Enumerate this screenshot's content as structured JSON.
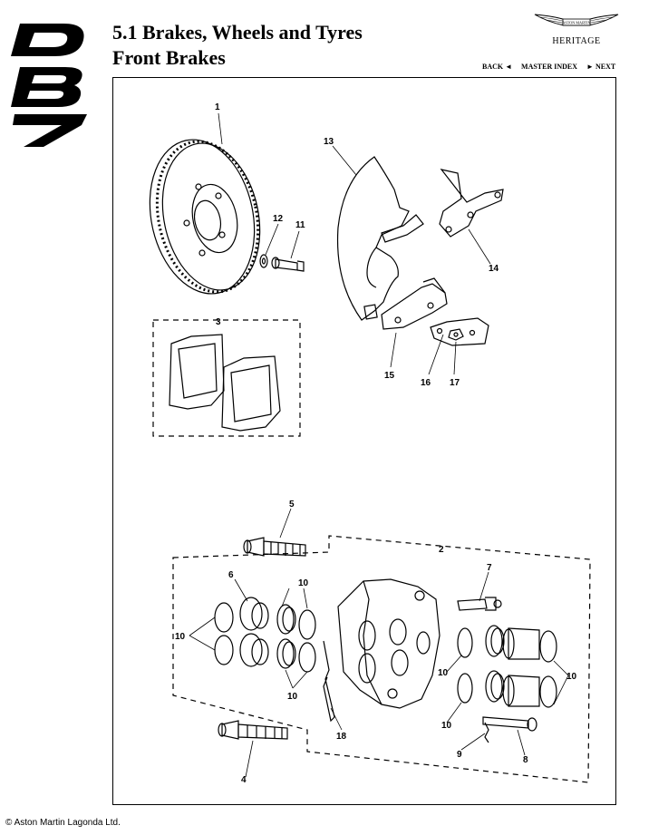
{
  "header": {
    "title_line1": "5.1 Brakes, Wheels and Tyres",
    "title_line2": "Front Brakes"
  },
  "brand": {
    "badge_text": "ASTON MARTIN",
    "heritage": "HERITAGE"
  },
  "nav": {
    "back": "BACK ◄",
    "master_index": "MASTER INDEX",
    "next": "► NEXT"
  },
  "logo": {
    "model": "DB7"
  },
  "diagram": {
    "callouts": {
      "c1": "1",
      "c2": "2",
      "c3": "3",
      "c4": "4",
      "c5": "5",
      "c6": "6",
      "c7": "7",
      "c8": "8",
      "c9": "9",
      "c10a": "10",
      "c10b": "10",
      "c10c": "10",
      "c10d": "10",
      "c10e": "10",
      "c10f": "10",
      "c11": "11",
      "c12": "12",
      "c13": "13",
      "c14": "14",
      "c15": "15",
      "c16": "16",
      "c17": "17",
      "c18": "18"
    }
  },
  "footer": {
    "copyright": "© Aston Martin Lagonda Ltd."
  }
}
